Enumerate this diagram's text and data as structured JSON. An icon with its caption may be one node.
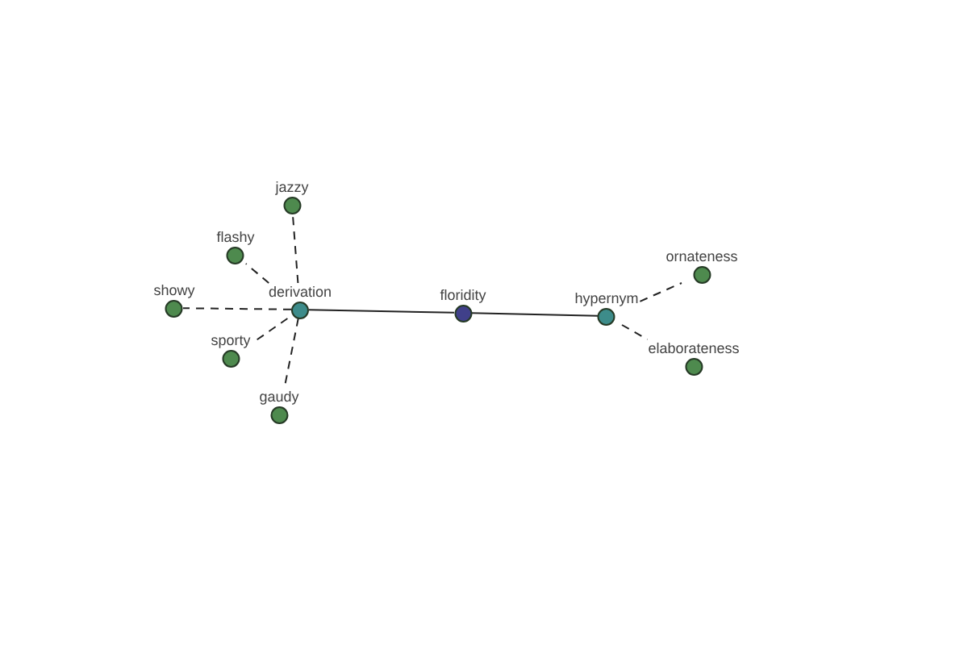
{
  "diagram": {
    "nodes": [
      {
        "text": [
          "jazzy"
        ]
      },
      {
        "text": [
          "flashy"
        ]
      },
      {
        "text": [
          "ornateness"
        ]
      },
      {
        "text": [
          "showy"
        ]
      },
      {
        "text": [
          "derivation"
        ]
      },
      {
        "text": [
          "floridity"
        ]
      },
      {
        "text": [
          "hypernym"
        ]
      },
      {
        "text": [
          "sporty"
        ]
      },
      {
        "text": [
          "elaborateness"
        ]
      },
      {
        "text": [
          "gaudy"
        ]
      }
    ],
    "edges": [
      {
        "from": 5,
        "to": 4,
        "arrow": "none"
      },
      {
        "from": 5,
        "to": 6,
        "arrow": "none"
      },
      {
        "from": 4,
        "to": 0,
        "arrow": "none",
        "style": "dashed"
      },
      {
        "from": 4,
        "to": 1,
        "arrow": "none",
        "style": "dashed"
      },
      {
        "from": 4,
        "to": 3,
        "arrow": "none",
        "style": "dashed"
      },
      {
        "from": 4,
        "to": 7,
        "arrow": "none",
        "style": "dashed"
      },
      {
        "from": 4,
        "to": 9,
        "arrow": "none",
        "style": "dashed"
      },
      {
        "from": 6,
        "to": 2,
        "arrow": "none",
        "style": "dashed"
      },
      {
        "from": 6,
        "to": 8,
        "arrow": "none",
        "style": "dashed"
      }
    ]
  }
}
